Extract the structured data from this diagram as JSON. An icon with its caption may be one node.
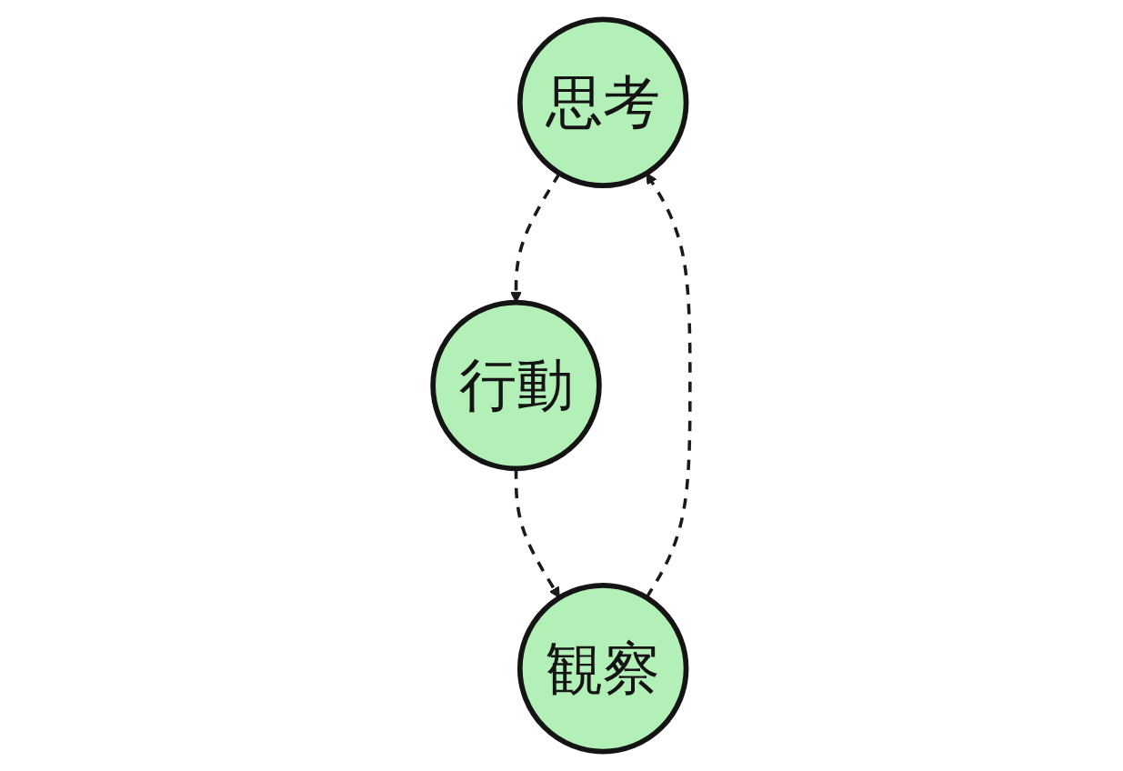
{
  "diagram": {
    "nodes": [
      {
        "text": [
          "思考"
        ]
      },
      {
        "text": [
          "観察"
        ]
      },
      {
        "text": [
          "行動"
        ]
      }
    ],
    "edges": [
      {
        "from": 1,
        "to": 0,
        "arrow": "to",
        "style": "dashed"
      },
      {
        "from": 0,
        "to": 2,
        "arrow": "to",
        "style": "dashed"
      },
      {
        "from": 2,
        "to": 1,
        "arrow": "to",
        "style": "dashed"
      }
    ]
  }
}
